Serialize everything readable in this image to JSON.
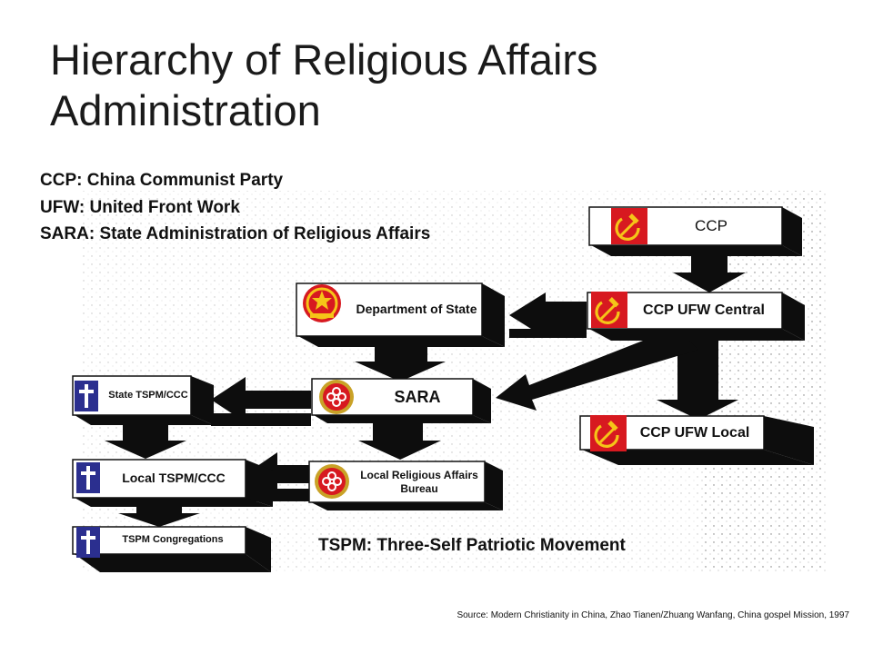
{
  "title": "Hierarchy of Religious Affairs Administration",
  "abbreviations": [
    "CCP: China Communist Party",
    "UFW: United Front Work",
    "SARA: State Administration of Religious Affairs"
  ],
  "nodes": {
    "ccp": "CCP",
    "ccp_ufw_central": "CCP UFW Central",
    "ccp_ufw_local": "CCP UFW Local",
    "department_of_state": "Department of State",
    "sara": "SARA",
    "state_tspm": "State TSPM/CCC",
    "local_tspm": "Local TSPM/CCC",
    "local_bureau": "Local Religious Affairs Bureau",
    "congregations": "TSPM Congregations"
  },
  "footnote": "TSPM: Three-Self Patriotic Movement",
  "source": "Source: Modern Christianity in China, Zhao Tianen/Zhuang Wanfang, China gospel Mission, 1997",
  "icons": {
    "party": "hammer-sickle-icon",
    "state": "national-emblem-icon",
    "sara": "sara-emblem-icon",
    "church": "cross-icon"
  },
  "colors": {
    "party_red": "#d71920",
    "hammer_gold": "#f5c518",
    "cross_blue": "#2b2f8f",
    "box_shadow": "#0d0d0d"
  }
}
